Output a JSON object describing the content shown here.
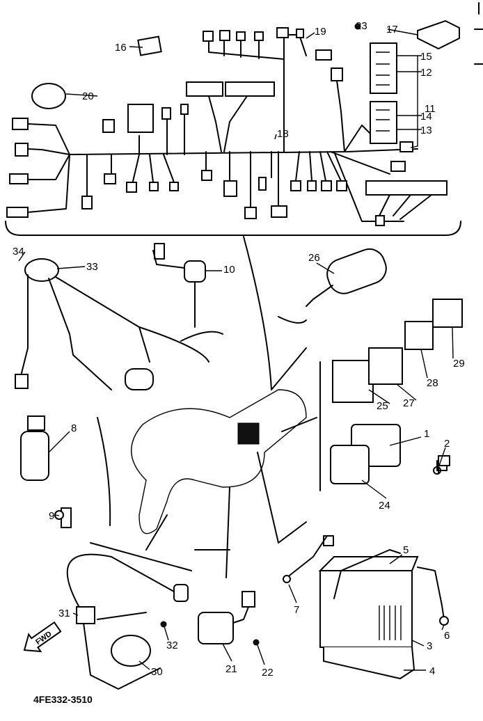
{
  "diagram": {
    "part_code": "4FE332-3510",
    "direction_label": "FWD",
    "callouts": [
      "16",
      "20",
      "19",
      "23",
      "17",
      "15",
      "12",
      "11",
      "14",
      "13",
      "18",
      "34",
      "33",
      "10",
      "26",
      "29",
      "28",
      "25",
      "27",
      "1",
      "2",
      "8",
      "24",
      "9",
      "5",
      "7",
      "6",
      "3",
      "4",
      "31",
      "32",
      "30",
      "21",
      "22"
    ]
  }
}
